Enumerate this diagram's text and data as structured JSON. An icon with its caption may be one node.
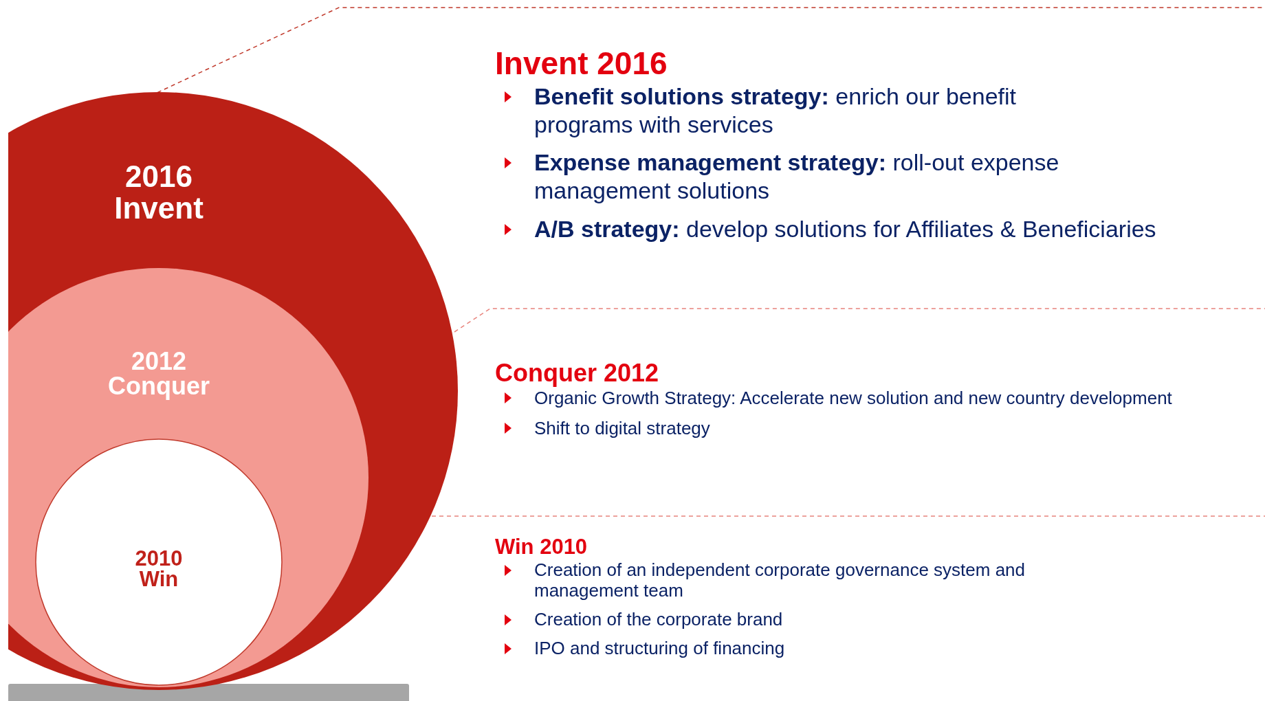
{
  "diagram": {
    "nodes": [
      {
        "text": [
          "2016 Invent"
        ]
      },
      {
        "text": [
          "2012 Conquer"
        ],
        "in": 0
      },
      {
        "text": [
          "2010 Win"
        ],
        "in": 1
      },
      {
        "text": [],
        "shape": "bar"
      }
    ],
    "labels": [
      "Invent 2016",
      "**Benefit solutions strategy:** enrich our benefit programs with services",
      "**Expense management strategy:** roll-out expense management solutions",
      "**A/B strategy:** develop solutions for Affiliates & Beneficiaries",
      "Conquer 2012",
      "Organic Growth Strategy: Accelerate new solution and new country development",
      "Shift to digital strategy",
      "Win 2010",
      "Creation of an independent corporate governance system and management team",
      "Creation of the corporate brand",
      "IPO and structuring of financing"
    ]
  }
}
